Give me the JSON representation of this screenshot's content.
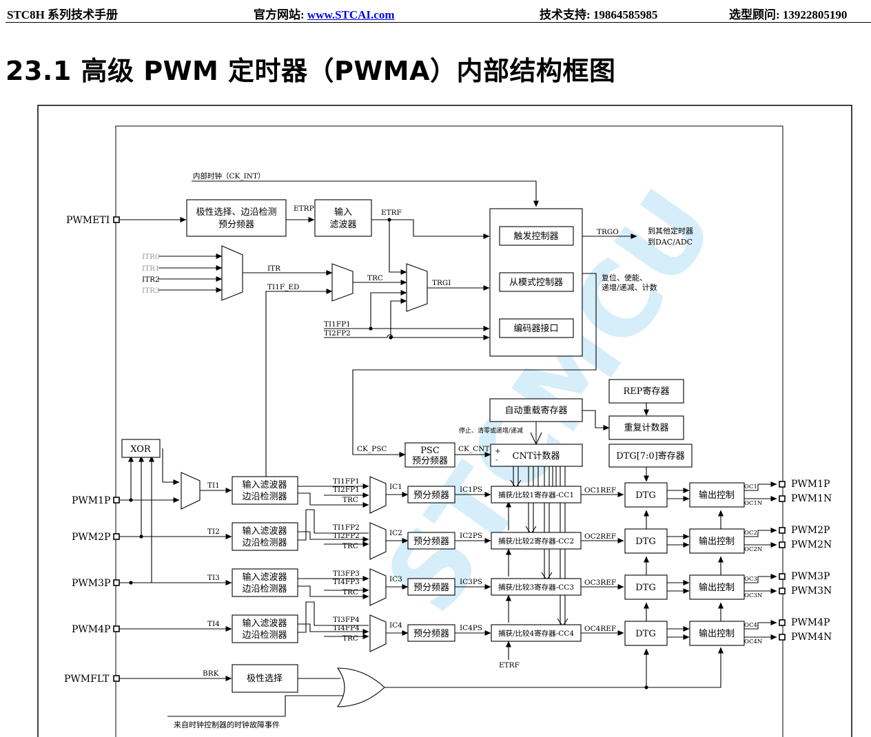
{
  "header": {
    "manual": "STC8H 系列技术手册",
    "site_label": "官方网站: ",
    "site_link": "www.STCAI.com",
    "support": "技术支持: 19864585985",
    "advisor": "选型顾问: 13922805190"
  },
  "section_title": "23.1 高级 PWM 定时器（PWMA）内部结构框图",
  "watermark": "STCMCU",
  "pins": {
    "pwmeti": "PWMETI",
    "pwm1p": "PWM1P",
    "pwm2p": "PWM2P",
    "pwm3p": "PWM3P",
    "pwm4p": "PWM4P",
    "pwmflt": "PWMFLT",
    "out_pwm1p": "PWM1P",
    "out_pwm1n": "PWM1N",
    "out_pwm2p": "PWM2P",
    "out_pwm2n": "PWM2N",
    "out_pwm3p": "PWM3P",
    "out_pwm3n": "PWM3N",
    "out_pwm4p": "PWM4P",
    "out_pwm4n": "PWM4N"
  },
  "blocks": {
    "polarity_edge_1": "极性选择、边沿检测",
    "polarity_edge_2": "预分频器",
    "input_filter_1": "输入",
    "input_filter_2": "滤波器",
    "trigger_ctrl": "触发控制器",
    "slave_ctrl": "从模式控制器",
    "encoder_if": "编码器接口",
    "auto_reload": "自动重载寄存器",
    "rep_reg": "REP寄存器",
    "rep_counter": "重复计数器",
    "dtg_reg": "DTG[7:0]寄存器",
    "psc_1": "PSC",
    "psc_2": "预分频器",
    "cnt": "CNT计数器",
    "xor": "XOR",
    "filter_edge_1": "输入滤波器",
    "filter_edge_2": "边沿检测器",
    "prescaler": "预分频器",
    "cc1": "捕获/比较1寄存器-CC1",
    "cc2": "捕获/比较2寄存器-CC2",
    "cc3": "捕获/比较3寄存器-CC3",
    "cc4": "捕获/比较4寄存器-CC4",
    "dtg": "DTG",
    "out_ctrl": "输出控制",
    "polarity": "极性选择"
  },
  "signals": {
    "ck_int": "内部时钟（CK_INT）",
    "etrp": "ETRP",
    "etrf": "ETRF",
    "trgo": "TRGO",
    "to_timers_1": "到其他定时器",
    "to_timers_2": "到DAC/ADC",
    "itr0": "ITR0",
    "itr1": "ITR1",
    "itr2": "ITR2",
    "itr3": "ITR3",
    "itr": "ITR",
    "ti1f_ed": "TI1F_ED",
    "trc": "TRC",
    "trgi": "TRGI",
    "reset_1": "复位、使能、",
    "reset_2": "递增/递减、计数",
    "ti1fp1": "TI1FP1",
    "ti2fp2": "TI2FP2",
    "ck_psc": "CK_PSC",
    "ck_cnt": "CK_CNT",
    "stop_clear": "停止、清零或递增/递减",
    "ti1": "TI1",
    "ti2": "TI2",
    "ti3": "TI3",
    "ti4": "TI4",
    "ti2fp1": "TI2FP1",
    "ti1fp2": "TI1FP2",
    "ti3fp3": "TI3FP3",
    "ti4fp3": "TI4FP3",
    "ti3fp4": "TI3FP4",
    "ti4fp4": "TI4FP4",
    "ic1": "IC1",
    "ic2": "IC2",
    "ic3": "IC3",
    "ic4": "IC4",
    "ic1ps": "IC1PS",
    "ic2ps": "IC2PS",
    "ic3ps": "IC3PS",
    "ic4ps": "IC4PS",
    "oc1ref": "OC1REF",
    "oc2ref": "OC2REF",
    "oc3ref": "OC3REF",
    "oc4ref": "OC4REF",
    "oc1": "OC1",
    "oc1n": "OC1N",
    "oc2": "OC2",
    "oc2n": "OC2N",
    "oc3": "OC3",
    "oc3n": "OC3N",
    "oc4": "OC4",
    "oc4n": "OC4N",
    "brk": "BRK",
    "clock_fault": "来自时钟控制器的时钟故障事件"
  },
  "colors": {
    "line": "#000000",
    "muted_label": "#9a9a9a",
    "link": "#0000ee",
    "watermark": "#d6eef9"
  }
}
